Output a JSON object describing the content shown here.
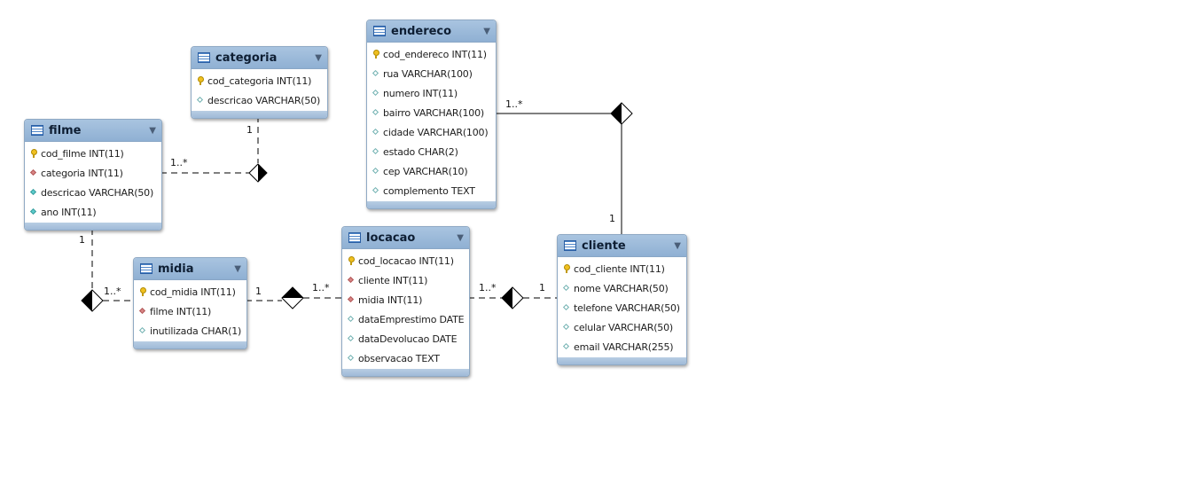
{
  "tables": {
    "categoria": {
      "name": "categoria",
      "columns": [
        {
          "text": "cod_categoria INT(11)",
          "icon": "primary-key-icon"
        },
        {
          "text": "descricao VARCHAR(50)",
          "icon": "nullable-column-icon"
        }
      ]
    },
    "endereco": {
      "name": "endereco",
      "columns": [
        {
          "text": "cod_endereco INT(11)",
          "icon": "primary-key-icon"
        },
        {
          "text": "rua VARCHAR(100)",
          "icon": "nullable-column-icon"
        },
        {
          "text": "numero INT(11)",
          "icon": "nullable-column-icon"
        },
        {
          "text": "bairro VARCHAR(100)",
          "icon": "nullable-column-icon"
        },
        {
          "text": "cidade VARCHAR(100)",
          "icon": "nullable-column-icon"
        },
        {
          "text": "estado CHAR(2)",
          "icon": "nullable-column-icon"
        },
        {
          "text": "cep VARCHAR(10)",
          "icon": "nullable-column-icon"
        },
        {
          "text": "complemento TEXT",
          "icon": "nullable-column-icon"
        }
      ]
    },
    "filme": {
      "name": "filme",
      "columns": [
        {
          "text": "cod_filme INT(11)",
          "icon": "primary-key-icon"
        },
        {
          "text": "categoria INT(11)",
          "icon": "foreign-key-icon"
        },
        {
          "text": "descricao VARCHAR(50)",
          "icon": "not-null-column-icon"
        },
        {
          "text": "ano INT(11)",
          "icon": "not-null-column-icon"
        }
      ]
    },
    "midia": {
      "name": "midia",
      "columns": [
        {
          "text": "cod_midia INT(11)",
          "icon": "primary-key-icon"
        },
        {
          "text": "filme INT(11)",
          "icon": "foreign-key-icon"
        },
        {
          "text": "inutilizada CHAR(1)",
          "icon": "nullable-column-icon"
        }
      ]
    },
    "locacao": {
      "name": "locacao",
      "columns": [
        {
          "text": "cod_locacao INT(11)",
          "icon": "primary-key-icon"
        },
        {
          "text": "cliente INT(11)",
          "icon": "foreign-key-icon"
        },
        {
          "text": "midia INT(11)",
          "icon": "foreign-key-icon"
        },
        {
          "text": "dataEmprestimo DATE",
          "icon": "nullable-column-icon"
        },
        {
          "text": "dataDevolucao DATE",
          "icon": "nullable-column-icon"
        },
        {
          "text": "observacao TEXT",
          "icon": "nullable-column-icon"
        }
      ]
    },
    "cliente": {
      "name": "cliente",
      "columns": [
        {
          "text": "cod_cliente INT(11)",
          "icon": "primary-key-icon"
        },
        {
          "text": "nome VARCHAR(50)",
          "icon": "nullable-column-icon"
        },
        {
          "text": "telefone VARCHAR(50)",
          "icon": "nullable-column-icon"
        },
        {
          "text": "celular VARCHAR(50)",
          "icon": "nullable-column-icon"
        },
        {
          "text": "email VARCHAR(255)",
          "icon": "nullable-column-icon"
        }
      ]
    }
  },
  "relationships": [
    {
      "from": "filme",
      "to": "categoria",
      "from_cardinality": "1..*",
      "to_cardinality": "1",
      "style": "dashed"
    },
    {
      "from": "midia",
      "to": "filme",
      "from_cardinality": "1..*",
      "to_cardinality": "1",
      "style": "dashed"
    },
    {
      "from": "locacao",
      "to": "midia",
      "from_cardinality": "1..*",
      "to_cardinality": "1",
      "style": "dashed"
    },
    {
      "from": "locacao",
      "to": "cliente",
      "from_cardinality": "1..*",
      "to_cardinality": "1",
      "style": "dashed"
    },
    {
      "from": "endereco",
      "to": "cliente",
      "from_cardinality": "1..*",
      "to_cardinality": "1",
      "style": "solid"
    }
  ],
  "colors": {
    "header": "#9ab8da",
    "line": "#000000"
  }
}
